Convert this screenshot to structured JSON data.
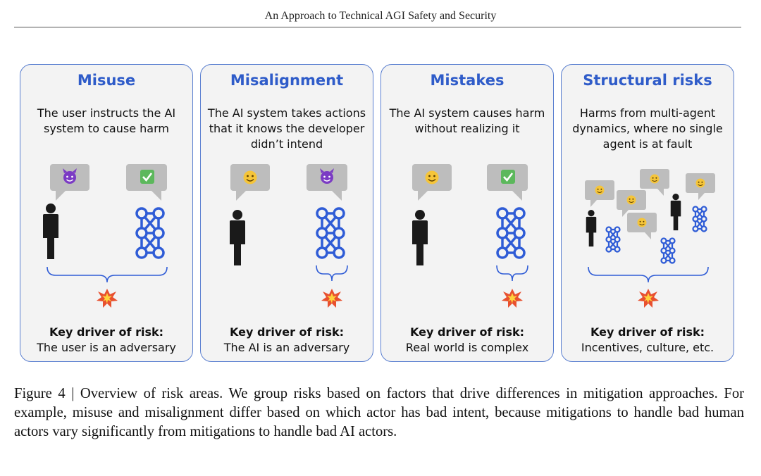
{
  "header": {
    "running_title": "An Approach to Technical AGI Safety and Security"
  },
  "figure": {
    "panels": [
      {
        "title": "Misuse",
        "description": "The user instructs the AI system to cause harm",
        "key_driver_heading": "Key driver of risk:",
        "key_driver": "The user is an adversary",
        "bubbles": {
          "human": "devil-emoji",
          "ai": "check-mark-emoji"
        }
      },
      {
        "title": "Misalignment",
        "description": "The AI system takes actions that it knows the developer didn’t intend",
        "key_driver_heading": "Key driver of risk:",
        "key_driver": "The AI is an adversary",
        "bubbles": {
          "human": "smiley-emoji",
          "ai": "devil-emoji"
        }
      },
      {
        "title": "Mistakes",
        "description": "The AI system causes harm without realizing it",
        "key_driver_heading": "Key driver of risk:",
        "key_driver": "Real world is complex",
        "bubbles": {
          "human": "smiley-emoji",
          "ai": "check-mark-emoji"
        }
      },
      {
        "title": "Structural risks",
        "description": "Harms from multi-agent dynamics, where no single agent is at fault",
        "key_driver_heading": "Key driver of risk:",
        "key_driver": "Incentives, culture, etc.",
        "bubbles": {
          "all": "smiley-emoji"
        }
      }
    ],
    "colors": {
      "panel_border": "#5a7fd0",
      "panel_fill": "#f3f3f3",
      "title": "#2f5cc9",
      "network": "#2f5cd6",
      "bubble": "#bdbdbd",
      "person": "#1a1a1a"
    }
  },
  "caption": {
    "label": "Figure 4 | ",
    "text": "Overview of risk areas. We group risks based on factors that drive differences in mitigation approaches. For example, misuse and misalignment differ based on which actor has bad intent, because mitigations to handle bad human actors vary significantly from mitigations to handle bad AI actors."
  }
}
